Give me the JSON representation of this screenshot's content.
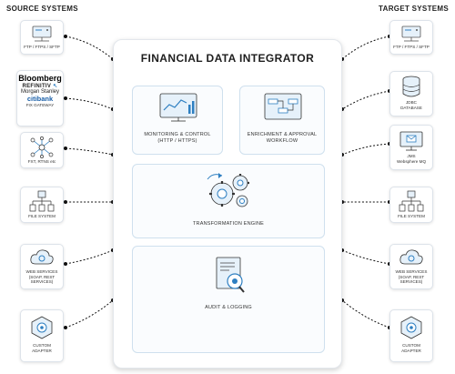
{
  "source_header": "SOURCE SYSTEMS",
  "target_header": "TARGET SYSTEMS",
  "main": {
    "title": "FINANCIAL DATA INTEGRATOR",
    "monitoring": "MONITORING & CONTROL",
    "monitoring_sub": "(HTTP / HTTPS)",
    "enrichment": "ENRICHMENT & APPROVAL",
    "enrichment_sub": "WORKFLOW",
    "transformation": "TRANSFORMATION ENGINE",
    "audit": "AUDIT & LOGGING"
  },
  "sources": {
    "ftp": "FTP / FTPS / SFTP",
    "bloomberg": "Bloomberg",
    "refinitiv": "REFINITIV",
    "morgan": "Morgan Stanley",
    "citi": "citibank",
    "fix": "FIX GATEWAY",
    "fxt": "FXT, RTNS etc",
    "file": "FILE SYSTEM",
    "web1": "WEB SERVICES",
    "web2": "(SOAP, REST",
    "web3": "SERVICES)",
    "custom1": "CUSTOM",
    "custom2": "ADAPTER"
  },
  "targets": {
    "ftp": "FTP / FTPS / SFTP",
    "jdbc1": "JDBC",
    "jdbc2": "DATABASE",
    "jms1": "JMS",
    "jms2": "Websphere MQ",
    "file": "FILE SYSTEM",
    "web1": "WEB SERVICES",
    "web2": "(SOAP, REST",
    "web3": "SERVICES)",
    "custom1": "CUSTOM",
    "custom2": "ADAPTER"
  },
  "colors": {
    "accent": "#2e7fc1",
    "dark": "#222222",
    "border": "#cfe0ee"
  }
}
